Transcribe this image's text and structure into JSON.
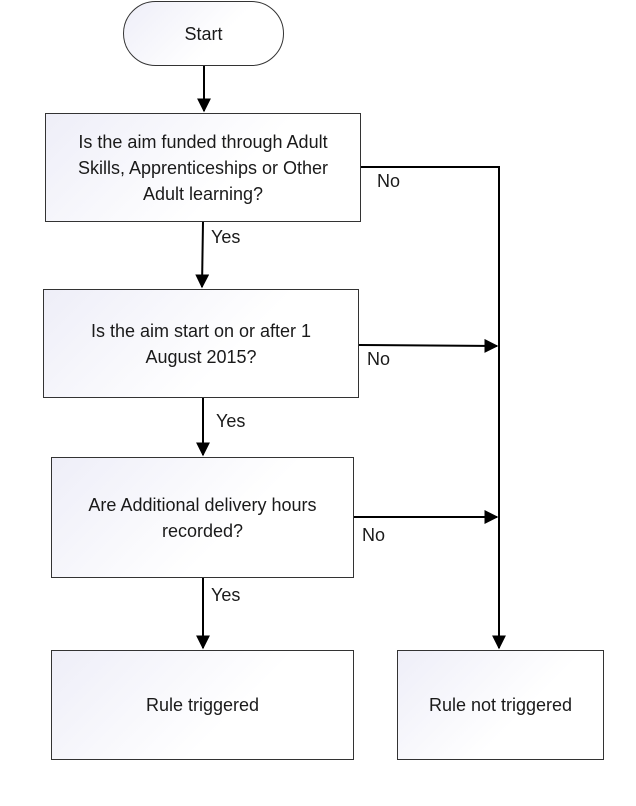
{
  "diagram": {
    "nodes": {
      "start": "Start",
      "q_funded": "Is the aim funded through Adult Skills, Apprenticeships or Other Adult learning?",
      "q_start_date": "Is the aim start on or after 1 August 2015?",
      "q_hours": "Are Additional delivery hours recorded?",
      "triggered": "Rule triggered",
      "not_triggered": "Rule not triggered"
    },
    "edge_labels": {
      "funded_yes": "Yes",
      "funded_no": "No",
      "start_date_yes": "Yes",
      "start_date_no": "No",
      "hours_yes": "Yes",
      "hours_no": "No"
    }
  }
}
